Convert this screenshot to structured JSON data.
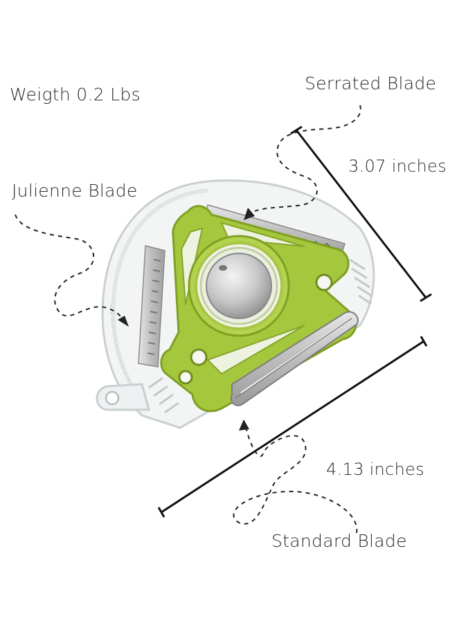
{
  "labels": {
    "weight": "Weigth 0.2 Lbs",
    "serrated": "Serrated Blade",
    "julienne": "Julienne Blade",
    "standard": "Standard Blade"
  },
  "dimensions": {
    "height": "3.07 inches",
    "width": "4.13 inches"
  },
  "colors": {
    "accent_green": "#9fc43a",
    "text": "#2a2a2a"
  }
}
